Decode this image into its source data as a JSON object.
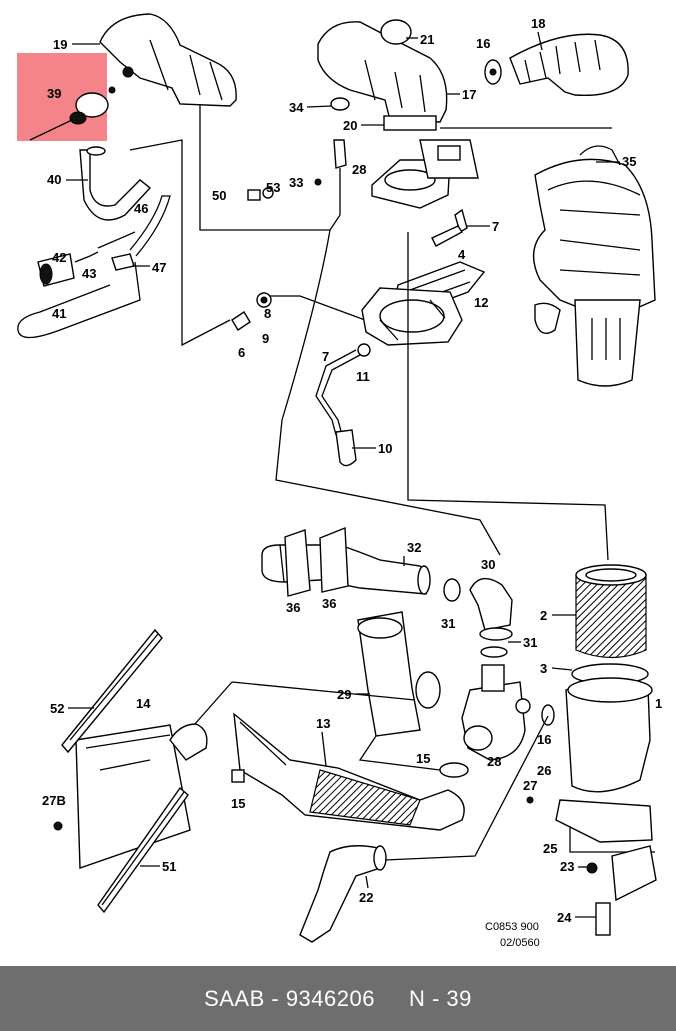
{
  "diagram": {
    "labels": {
      "l1": "1",
      "l2": "2",
      "l3": "3",
      "l4": "4",
      "l6": "6",
      "l7a": "7",
      "l7b": "7",
      "l8": "8",
      "l9": "9",
      "l10": "10",
      "l11": "11",
      "l12": "12",
      "l13": "13",
      "l14": "14",
      "l15a": "15",
      "l15b": "15",
      "l16a": "16",
      "l16b": "16",
      "l17": "17",
      "l18": "18",
      "l19": "19",
      "l20": "20",
      "l21": "21",
      "l22": "22",
      "l23": "23",
      "l24": "24",
      "l25": "25",
      "l26": "26",
      "l27": "27",
      "l27b": "27B",
      "l28a": "28",
      "l28b": "28",
      "l29": "29",
      "l30": "30",
      "l31a": "31",
      "l31b": "31",
      "l32": "32",
      "l33": "33",
      "l34": "34",
      "l35": "35",
      "l36a": "36",
      "l36b": "36",
      "l39": "39",
      "l40": "40",
      "l41": "41",
      "l42": "42",
      "l43": "43",
      "l46": "46",
      "l47": "47",
      "l50": "50",
      "l51": "51",
      "l52": "52",
      "l53": "53"
    },
    "code_line1": "C0853 900",
    "code_line2": "02/0560",
    "highlight_color": "#f4848a"
  },
  "footer": {
    "part_text": "SAAB - 9346206",
    "ref_text": "N - 39"
  }
}
